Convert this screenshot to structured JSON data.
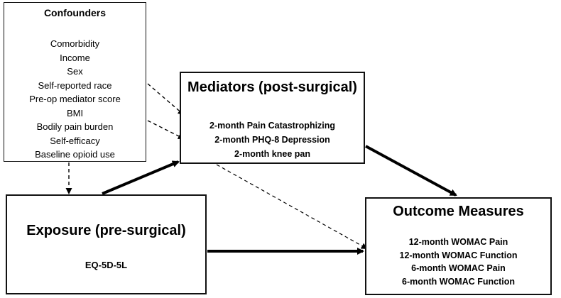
{
  "confounders": {
    "title": "Confounders",
    "items": [
      "Comorbidity",
      "Income",
      "Sex",
      "Self-reported race",
      "Pre-op mediator score",
      "BMI",
      "Bodily pain burden",
      "Self-efficacy",
      "Baseline opioid use"
    ]
  },
  "mediators": {
    "title": "Mediators (post-surgical)",
    "items": [
      "2-month Pain Catastrophizing",
      "2-month PHQ-8 Depression",
      "2-month knee pan"
    ]
  },
  "exposure": {
    "title": "Exposure (pre-surgical)",
    "measure": "EQ-5D-5L"
  },
  "outcomes": {
    "title": "Outcome Measures",
    "items": [
      "12-month WOMAC Pain",
      "12-month WOMAC Function",
      "6-month WOMAC Pain",
      "6-month WOMAC Function"
    ]
  },
  "colors": {
    "line": "#000000",
    "border": "#111111",
    "background": "#ffffff"
  }
}
